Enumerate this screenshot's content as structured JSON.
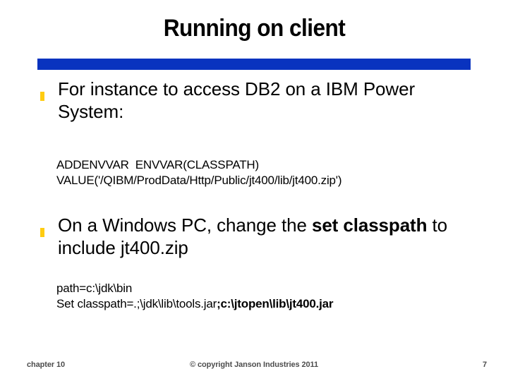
{
  "slide": {
    "title": "Running on client",
    "accent_color": "#0933BF",
    "bullet_color": "#FFCC11",
    "background_color": "#FFFFFF",
    "text_color": "#000000"
  },
  "content": [
    {
      "kind": "bullet",
      "text_plain": "For instance to access DB2 on a IBM Power System:",
      "text_html": "For instance to access DB2 on a IBM Power System:"
    },
    {
      "kind": "code",
      "lines_plain": [
        "ADDENVVAR  ENVVAR(CLASSPATH)",
        "VALUE('/QIBM/ProdData/Http/Public/jt400/lib/jt400.zip')"
      ],
      "lines_html": [
        "ADDENVVAR&nbsp; ENVVAR(CLASSPATH)",
        "VALUE('/QIBM/ProdData/Http/Public/jt400/lib/jt400.zip')"
      ]
    },
    {
      "kind": "bullet",
      "text_plain": "On a Windows PC, change the set classpath to include jt400.zip",
      "text_html": "On a Windows PC, change the <b>set classpath</b> to include jt400.zip"
    },
    {
      "kind": "code",
      "lines_plain": [
        "path=c:\\jdk\\bin",
        "Set classpath=.;\\jdk\\lib\\tools.jar;c:\\jtopen\\lib\\jt400.jar"
      ],
      "lines_html": [
        "path=c:\\jdk\\bin",
        "Set classpath=.;\\jdk\\lib\\tools.jar<b>;c:\\jtopen\\lib\\jt400.jar</b>"
      ]
    }
  ],
  "footer": {
    "chapter": "chapter 10",
    "copyright": "© copyright Janson Industries 2011",
    "page_number": "7"
  }
}
